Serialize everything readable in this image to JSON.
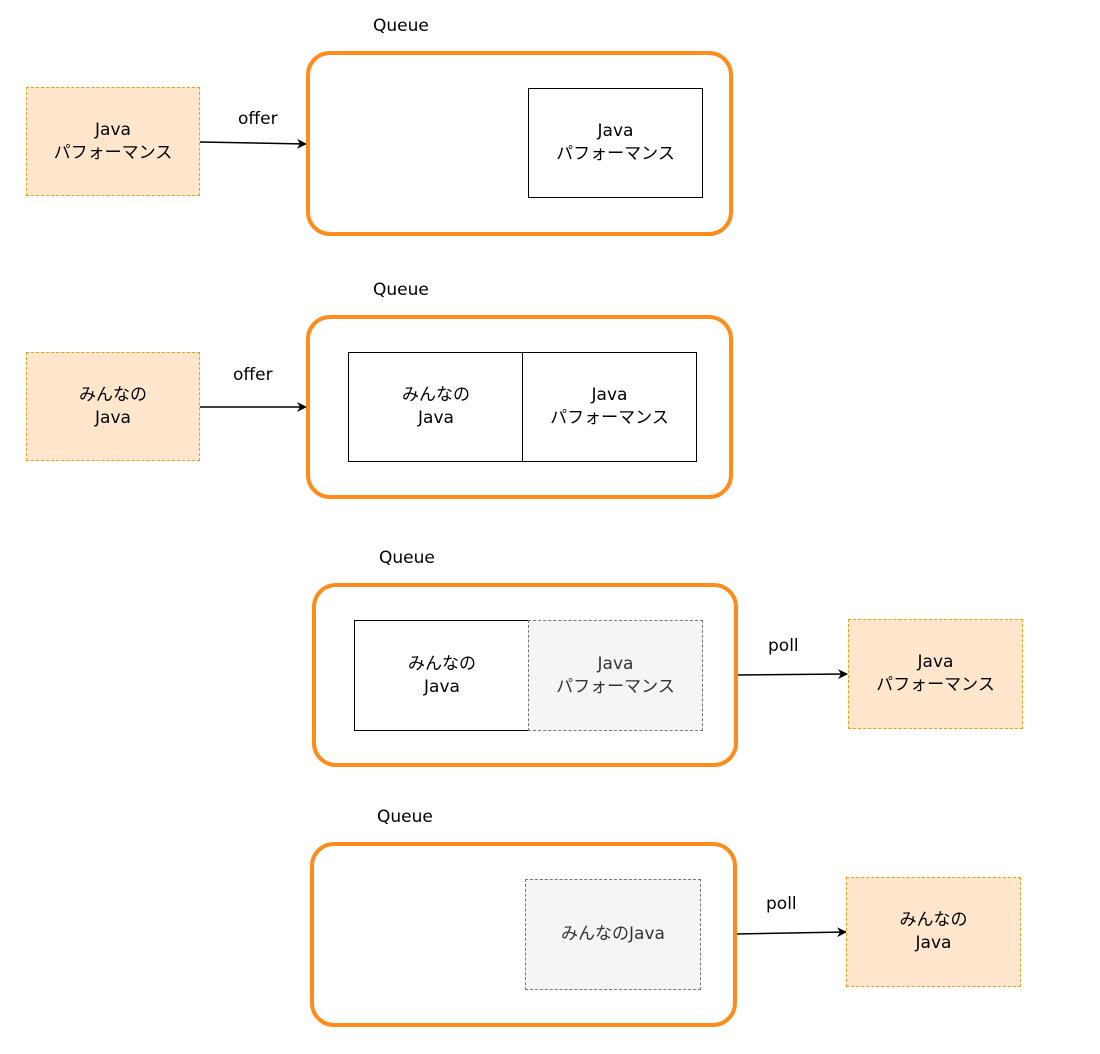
{
  "rows": [
    {
      "queue_title": "Queue",
      "op_label": "offer",
      "external": {
        "line1": "Java",
        "line2": "パフォーマンス"
      },
      "items": [
        {
          "line1": "Java",
          "line2": "パフォーマンス"
        }
      ]
    },
    {
      "queue_title": "Queue",
      "op_label": "offer",
      "external": {
        "line1": "みんなの",
        "line2": "Java"
      },
      "items": [
        {
          "line1": "みんなの",
          "line2": "Java"
        },
        {
          "line1": "Java",
          "line2": "パフォーマンス"
        }
      ]
    },
    {
      "queue_title": "Queue",
      "op_label": "poll",
      "external": {
        "line1": "Java",
        "line2": "パフォーマンス"
      },
      "items": [
        {
          "line1": "みんなの",
          "line2": "Java"
        },
        {
          "line1": "Java",
          "line2": "パフォーマンス"
        }
      ]
    },
    {
      "queue_title": "Queue",
      "op_label": "poll",
      "external": {
        "line1": "みんなの",
        "line2": "Java"
      },
      "items": [
        {
          "line1": "みんなのJava"
        }
      ]
    }
  ]
}
